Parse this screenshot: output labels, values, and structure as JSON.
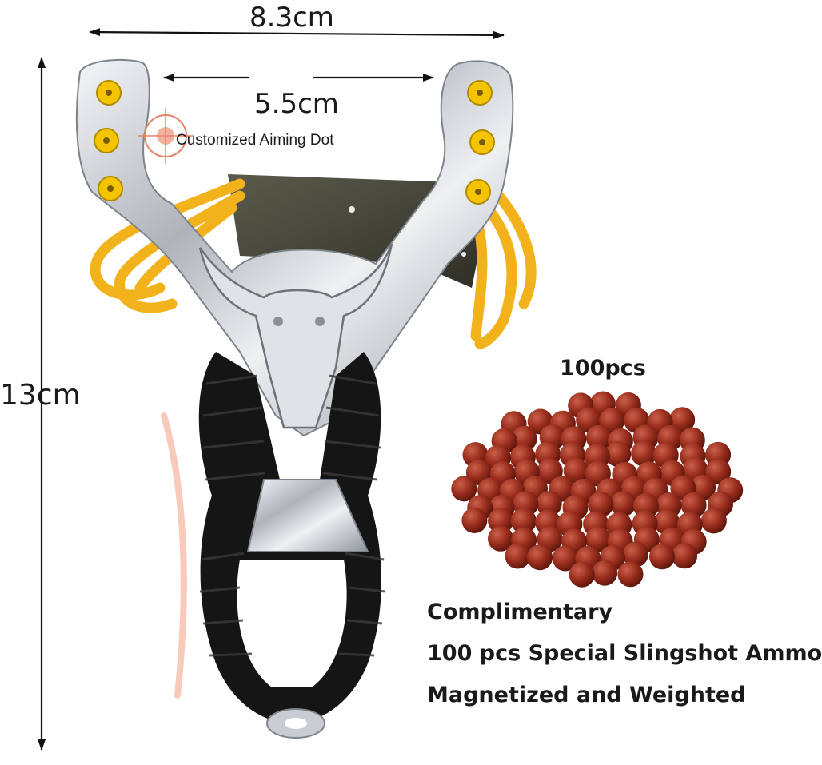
{
  "dimensions": {
    "overall_width": "8.3cm",
    "inner_width": "5.5cm",
    "height": "13cm"
  },
  "annotations": {
    "aiming_dot": "Customized Aiming Dot"
  },
  "ammo": {
    "count_label": "100pcs",
    "caption_line1": "Complimentary",
    "caption_line2": "100 pcs Special Slingshot Ammo",
    "caption_line3": "Magnetized and Weighted"
  },
  "colors": {
    "frame_metal": "#c9cdd3",
    "rubber_band": "#f2b21c",
    "pin_yellow": "#f5c400",
    "grip_wrap": "#151515",
    "ammo_ball": "#9a2e1e",
    "pouch": "#4a4a3e",
    "aim_ring": "#e8826a"
  }
}
